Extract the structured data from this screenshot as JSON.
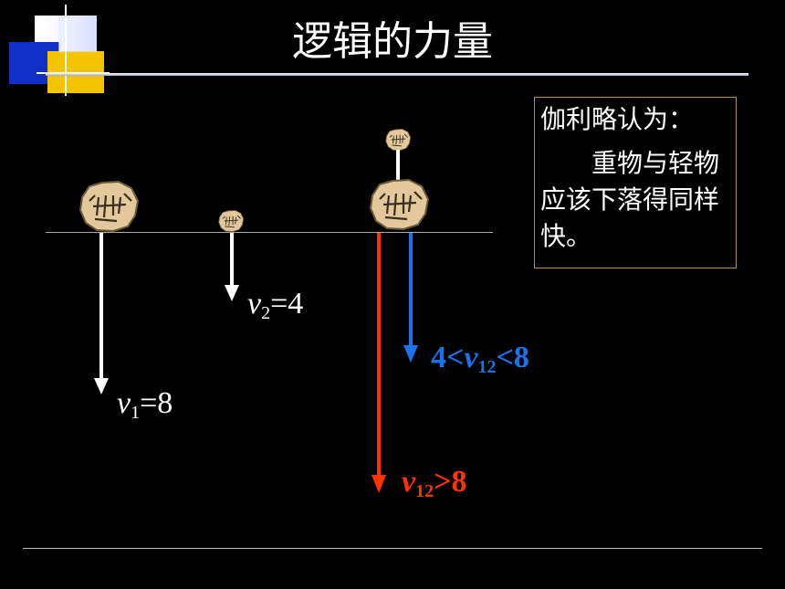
{
  "title": "逻辑的力量",
  "callout": {
    "heading": "伽利略认为：",
    "body": "重物与轻物应该下落得同样快。"
  },
  "labels": {
    "v1": {
      "var": "v",
      "sub": "1",
      "rest": "=8",
      "color": "#ffffff"
    },
    "v2": {
      "var": "v",
      "sub": "2",
      "rest": "=4",
      "color": "#ffffff"
    },
    "v12_range": {
      "pre": "4<",
      "var": "v",
      "sub": "12",
      "rest": "<8",
      "color": "#1a73e8"
    },
    "v12_gt": {
      "var": "v",
      "sub": "12",
      "rest": ">8",
      "color": "#ff3300"
    }
  },
  "colors": {
    "background": "#000000",
    "white_arrow": "#ffffff",
    "blue_arrow": "#1a73e8",
    "red_arrow": "#ff3300",
    "rock": "#e2c89a",
    "callout_border": "#b8923a"
  },
  "icons": [
    "corner-squares-decoration",
    "heavy-rock-icon",
    "light-rock-icon",
    "combined-rocks-icon"
  ]
}
